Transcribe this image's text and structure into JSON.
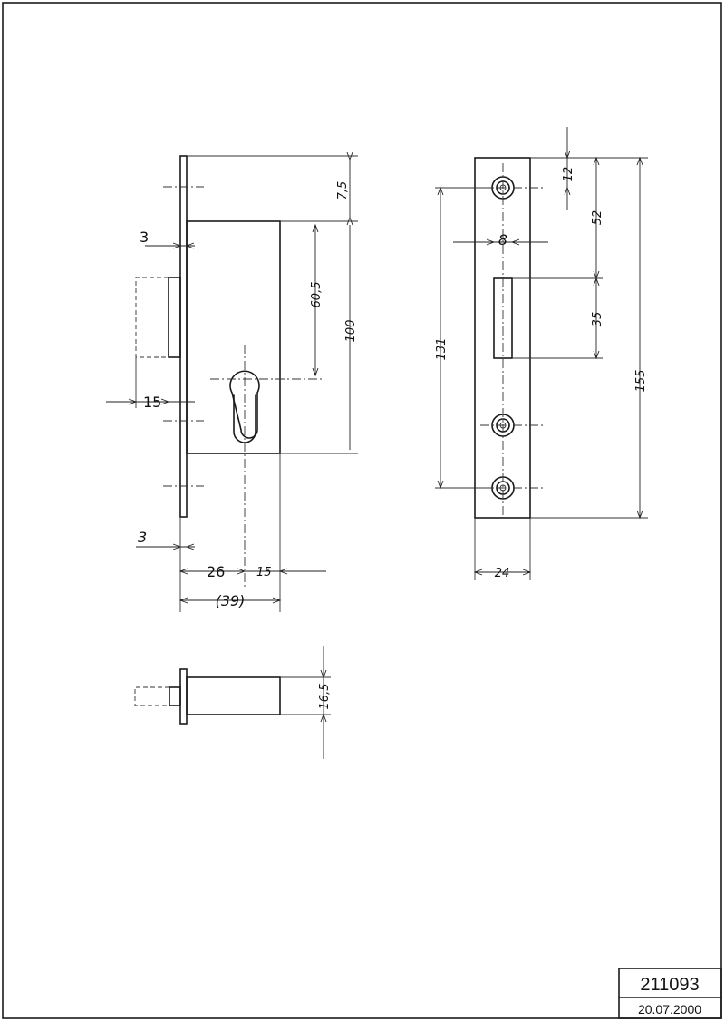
{
  "dimensions": {
    "faceplate_top": "7,5",
    "height_100": "100",
    "backset": "60,5",
    "plate_3_top": "3",
    "bolt_15": "15",
    "plate_3_bottom": "3",
    "width_26": "26",
    "width_15": "15",
    "total_39": "(39)",
    "strike_12": "12",
    "strike_52": "52",
    "strike_8": "8",
    "strike_35": "35",
    "strike_131": "131",
    "strike_155": "155",
    "strike_24": "24",
    "depth_16_5": "16,5"
  },
  "title_block": {
    "number": "211093",
    "date": "20.07.2000"
  }
}
